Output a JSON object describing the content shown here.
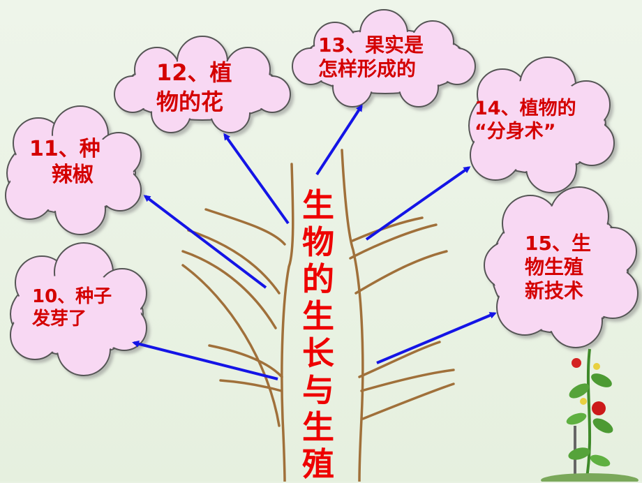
{
  "title_chars": [
    "生",
    "物",
    "的",
    "生",
    "长",
    "与",
    "生",
    "殖"
  ],
  "topics": [
    {
      "lines": [
        "10、种子",
        "发芽了"
      ]
    },
    {
      "lines": [
        "11、种",
        "辣椒"
      ]
    },
    {
      "lines": [
        "12、植",
        "物的花"
      ]
    },
    {
      "lines": [
        "13、果实是",
        "怎样形成的"
      ]
    },
    {
      "lines": [
        "14、植物的",
        "“分身术”"
      ]
    },
    {
      "lines": [
        "15、生",
        "物生殖",
        "新技术"
      ]
    }
  ],
  "colors": {
    "background": "#e9f2e3",
    "cloud_fill": "#f8d8f3",
    "cloud_outline": "#555555",
    "text": "#d40000",
    "arrow": "#1414e6",
    "branch": "#a0703a"
  },
  "icons": [
    "tomato-plant-icon"
  ]
}
